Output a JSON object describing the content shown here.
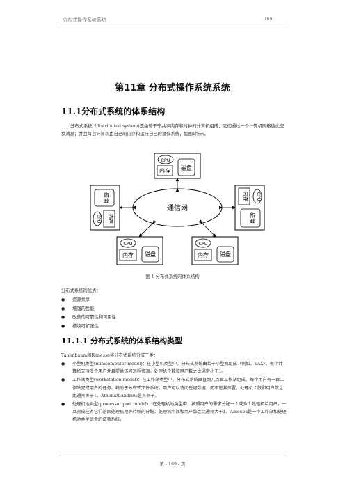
{
  "header": {
    "left": "分布式操作系统系统",
    "right": ". 169 ."
  },
  "chapter_title": "第11章  分布式操作系统系统",
  "section": {
    "title": "11.1分布式系统的体系结构"
  },
  "paragraph": "分布式系统（distributed system)是由若干非共享内存和时钟的计算机组成，它们通过一个计算机网络彼此交换消息；并且每台计算机由自己的内存和运行自己的操作系统，如图1所示。",
  "figure": {
    "labels": {
      "network": "通信网",
      "cpu": "CPU",
      "memory": "内存",
      "disk": "磁盘"
    },
    "caption": "图 1 分布式系统的体系结构"
  },
  "advantages": {
    "title": "分布式系统的优点：",
    "items": [
      "资源共享",
      "增强的性能",
      "改善的可靠性和可用性",
      "模块可扩张性"
    ]
  },
  "subsection": {
    "number": "11.1.1",
    "title": "分布式系统的体系结构类型"
  },
  "types_intro": "Tanenbaum和Renesse将分布式系统分成三类：",
  "types": [
    "小型机类型(minicomputer model)：在小型机类型中，分布式系统由若干小型机组成（例如，VAX）。每个计算机支持多个用户并且提供访问远程资源。处理机个数和用户数之比通常小于1。",
    "工作站类型(workstation model)：在工作站类型中，分布式系统由直到几百台工作站组成。每个用户有一台工作站完成用户的任务。藉助于分布式文件系统，用户可以访问任何数据，而不管其位置。处理机个数和用户数之比通常等于1。Athena和Andrew是其例子。",
    "处理机池类型(processor pool model)：在处理机池类型中，按照用户的需求分配一个或多个处理机给用户，一旦完成任务它们返回处理机池等待新的分配。处理机个数和用户数之比通常大于1。Amoeba是一个工作站和处理机池类型组合的试验系统。"
  ],
  "footer": "第 - 169 - 页"
}
